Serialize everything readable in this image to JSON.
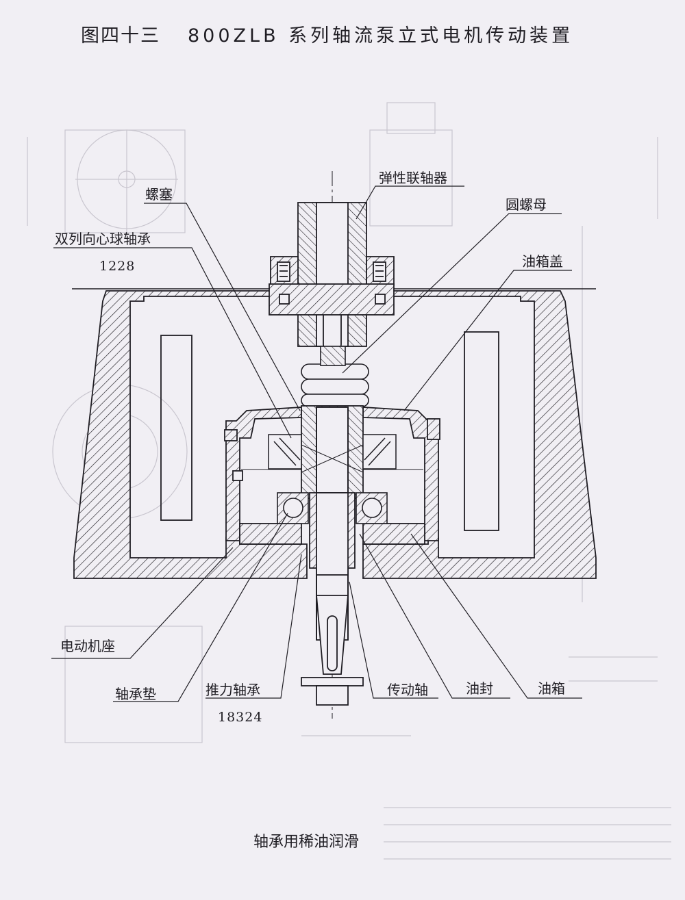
{
  "title": {
    "figure": "图四十三",
    "model": "800ZLB 系列轴流泵立式电机传动装置"
  },
  "labels": {
    "coupling": "弹性联轴器",
    "plug": "螺塞",
    "round_nut": "圆螺母",
    "double_row_bearing": "双列向心球轴承",
    "double_row_bearing_code": "1228",
    "tank_cover": "油箱盖",
    "motor_base": "电动机座",
    "bearing_pad": "轴承垫",
    "thrust_bearing": "推力轴承",
    "thrust_bearing_code": "18324",
    "drive_shaft": "传动轴",
    "oil_seal": "油封",
    "oil_tank": "油箱"
  },
  "caption": "轴承用稀油润滑",
  "colors": {
    "ink": "#1f1d23",
    "paper": "#f1eff4",
    "ghost": "#c9c6cf"
  }
}
